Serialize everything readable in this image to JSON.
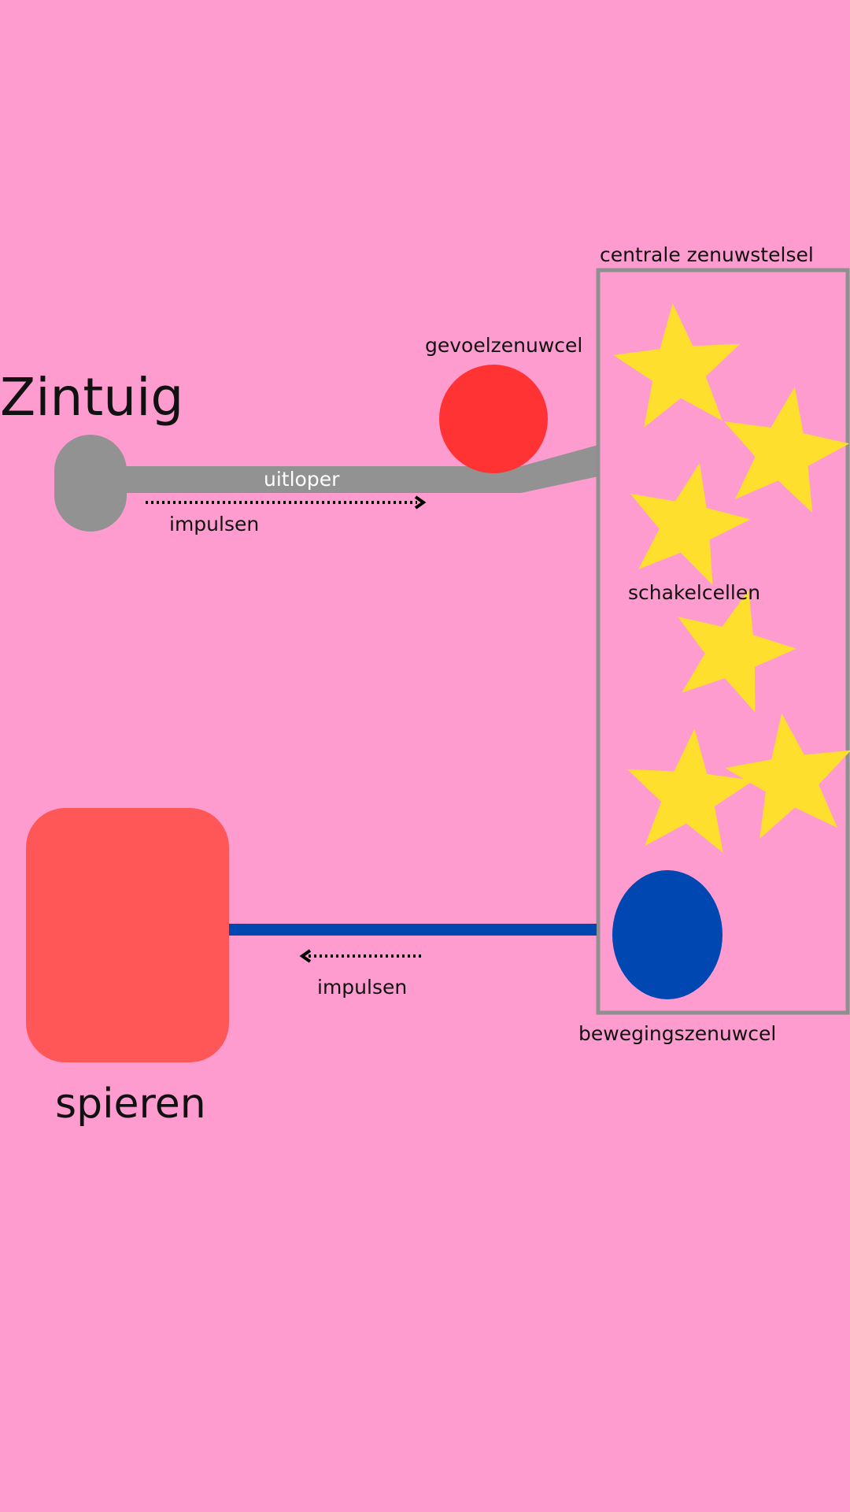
{
  "labels": {
    "sense_organ": "Zintuig",
    "sensory_neuron": "gevoelzenuwcel",
    "axon": "uitloper",
    "impulses_in": "impulsen",
    "cns": "centrale zenuwstelsel",
    "interneurons": "schakelcellen",
    "motor_neuron": "bewegingszenuwcel",
    "impulses_out": "impulsen",
    "muscles": "spieren"
  },
  "colors": {
    "background": "#ff9ccf",
    "sense_organ": "#929292",
    "sensory_neuron": "#ff3333",
    "cns_border": "#8f8f8f",
    "interneuron": "#ffdf2e",
    "motor_neuron": "#0047b2",
    "muscle": "#ff5757",
    "axon_label": "#ffffff"
  },
  "icons": {
    "interneuron": "star-icon",
    "arrow": "dotted-arrow-icon"
  }
}
